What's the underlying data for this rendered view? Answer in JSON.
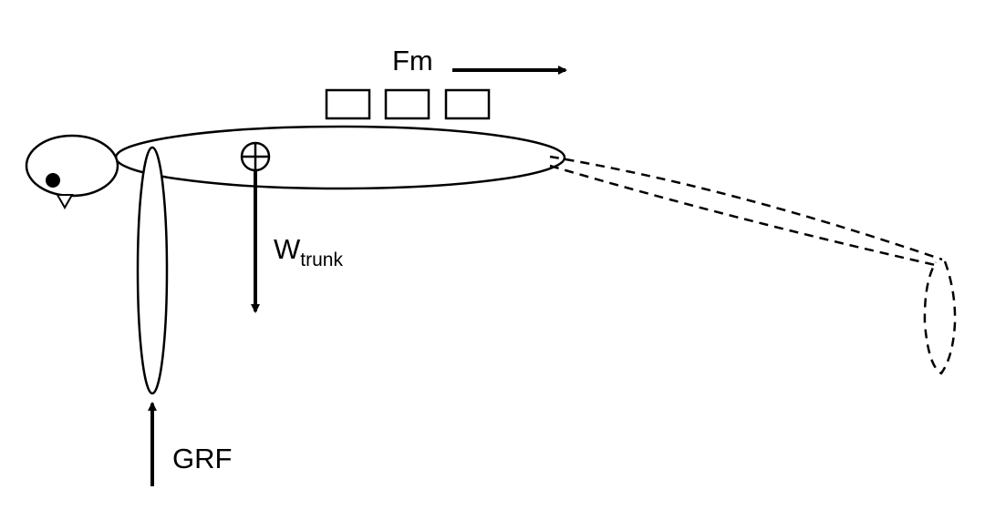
{
  "labels": {
    "muscle_force": "Fm",
    "trunk_weight_main": "W",
    "trunk_weight_sub": "trunk",
    "ground_reaction_force": "GRF"
  },
  "colors": {
    "stroke": "#000000",
    "background": "#ffffff"
  }
}
